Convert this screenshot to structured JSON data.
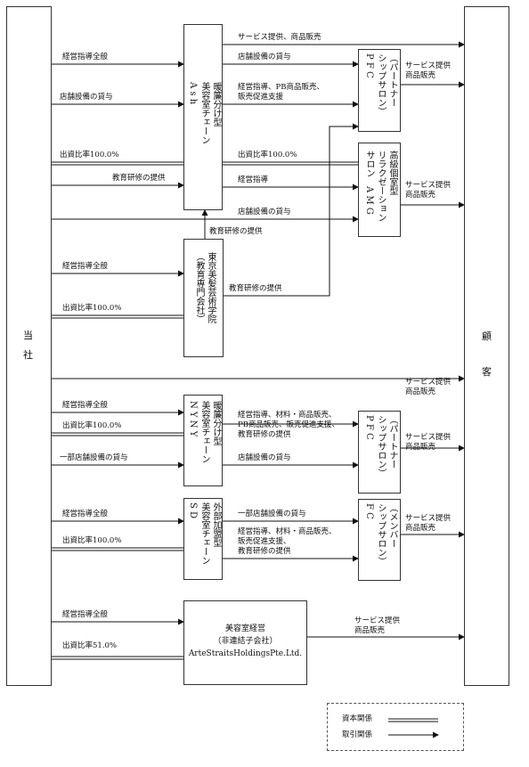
{
  "left_party": "当\n社",
  "right_party": "顧\n客",
  "chain_ash": "暖簾分け型\n美容室チェーン\nA s h",
  "school": "東京美髪芸術学院\n（教育専門会社）",
  "pfc1": "（パートナー\nシップサロン）\nP F C",
  "amg": "高級個室型\nリラクゼーション\nサロン　A M G",
  "chain_nyny": "暖簾分け型\n美容室チェーン\nN Y N Y",
  "pfc2": "（パートナー\nシップサロン）\nP F C",
  "chain_sd": "外部加盟型\n美容室チェーン\nS D",
  "fc": "（メンバー\nシップサロン）\nF C",
  "arte": "美容室経営\n（非連結子会社）\nArteStraitsHoldingsPte.Ltd.",
  "labels": {
    "l1": "サービス提供、商品販売",
    "l2": "経営指導全般",
    "l3": "店舗設備の貸与",
    "l4": "店舗設備の貸与",
    "l5": "サービス提供\n商品販売",
    "l6": "経営指導、PB商品販売、\n販売促進支援",
    "l7": "出資比率100.0%",
    "l8": "出資比率100.0%",
    "l9": "教育研修の提供",
    "l10": "経営指導",
    "l11": "サービス提供\n商品販売",
    "l12": "店舗設備の貸与",
    "l13": "教育研修の提供",
    "l14": "経営指導全般",
    "l15": "教育研修の提供",
    "l16": "出資比率100.0%",
    "l17": "サービス提供\n商品販売",
    "l18": "経営指導全般",
    "l19": "経営指導、材料・商品販売、\nPB商品販売、販売促進支援、\n教育研修の提供",
    "l20": "出資比率100.0%",
    "l21": "サービス提供\n商品販売",
    "l22": "一部店舗設備の貸与",
    "l23": "店舗設備の貸与",
    "l24": "経営指導全般",
    "l25": "一部店舗設備の貸与",
    "l26": "サービス提供\n商品販売",
    "l27": "経営指導、材料・商品販売、\n販売促進支援、\n教育研修の提供",
    "l28": "出資比率100.0%",
    "l29": "経営指導全般",
    "l30": "サービス提供\n商品販売",
    "l31": "出資比率51.0%"
  },
  "legend": {
    "capital": "資本関係",
    "trade": "取引関係"
  }
}
